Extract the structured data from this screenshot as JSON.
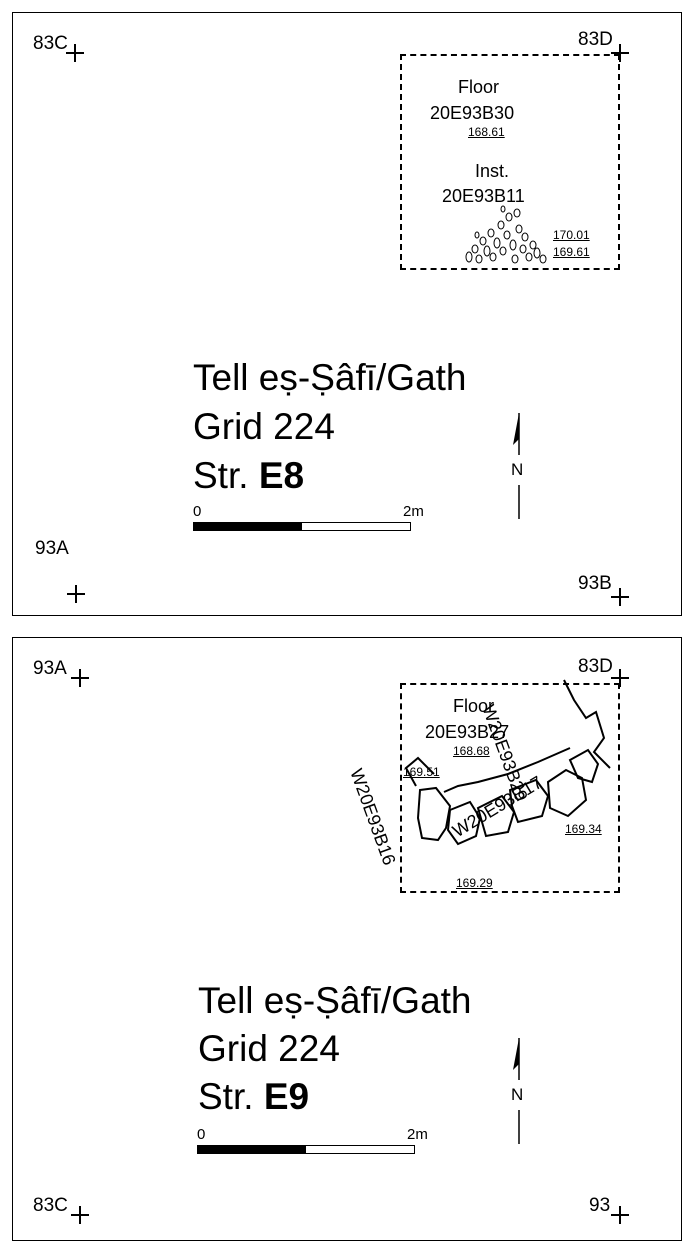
{
  "panel1": {
    "corners": {
      "top_left": "83C",
      "top_right": "83D",
      "bottom_left": "93A",
      "bottom_right": "93B"
    },
    "floor_label": "Floor",
    "floor_id": "20E93B30",
    "floor_elev": "168.61",
    "inst_label": "Inst.",
    "inst_id": "20E93B11",
    "elev_a": "170.01",
    "elev_b": "169.61",
    "title": "Tell eṣ-Ṣâfī/Gath",
    "grid": "Grid 224",
    "stratum_prefix": "Str.",
    "stratum": "E8",
    "scale_start": "0",
    "scale_end": "2m",
    "scale_fraction_filled": 0.5,
    "north": "N"
  },
  "panel2": {
    "corners": {
      "top_left": "93A",
      "top_right": "83D",
      "bottom_left": "83C",
      "bottom_right": "93"
    },
    "floor_label": "Floor",
    "floor_id": "20E93B27",
    "floor_elev": "168.68",
    "wall_a": "W20E93B29",
    "wall_b": "W20E93B17",
    "wall_c": "W20E93B16",
    "elev_left": "169.51",
    "elev_right": "169.34",
    "elev_bottom": "169.29",
    "title": "Tell eṣ-Ṣâfī/Gath",
    "grid": "Grid 224",
    "stratum_prefix": "Str.",
    "stratum": "E9",
    "scale_start": "0",
    "scale_end": "2m",
    "scale_fraction_filled": 0.5,
    "north": "N"
  }
}
